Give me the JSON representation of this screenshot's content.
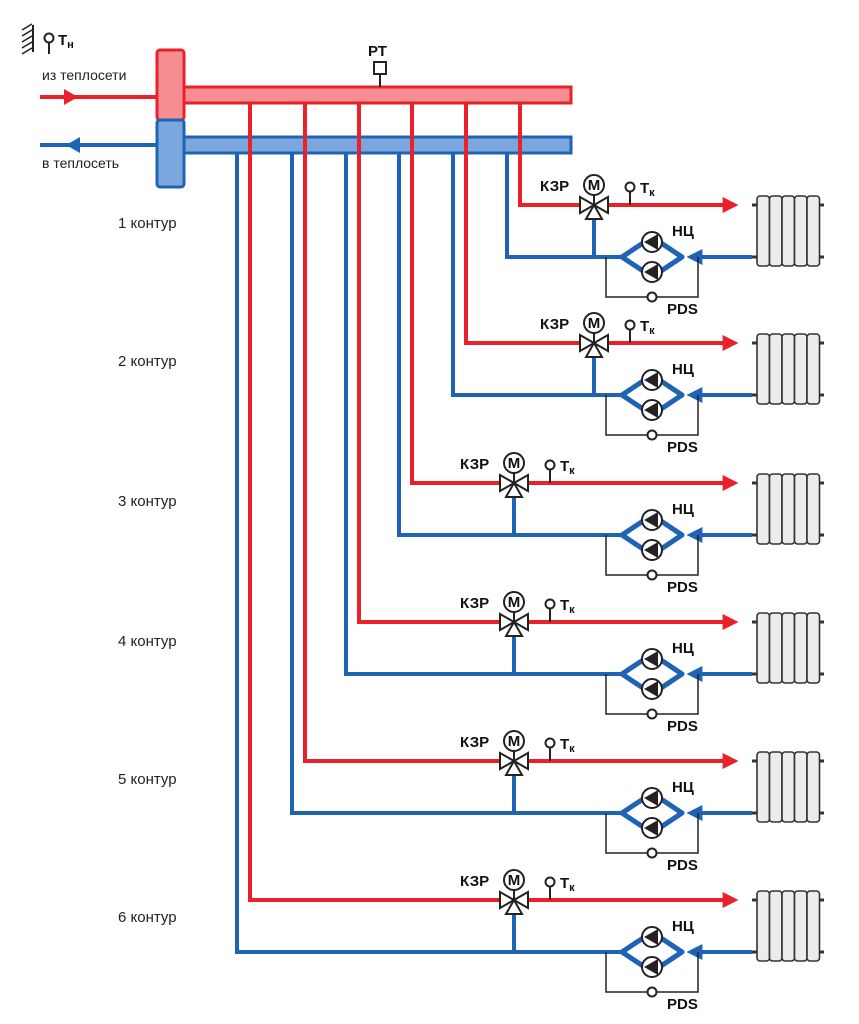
{
  "colors": {
    "supply": "#e8212b",
    "supply_fill": "#f58e93",
    "return": "#1f63b4",
    "return_fill": "#7ba7de",
    "radiator_fill": "#ececec",
    "radiator_stroke": "#333333",
    "control": "#222222"
  },
  "header": {
    "outdoor_sensor": {
      "symbol": "T",
      "sub": "н"
    },
    "from_network_label": "из теплосети",
    "to_network_label": "в теплосеть",
    "pressure_sensor_label": "РТ"
  },
  "component_labels": {
    "valve": "КЗР",
    "motor": "M",
    "pump": "НЦ",
    "pds": "PDS",
    "temp_symbol": "T",
    "temp_sub": "к"
  },
  "contours": [
    {
      "label": "1 контур"
    },
    {
      "label": "2 контур"
    },
    {
      "label": "3 контур"
    },
    {
      "label": "4 контур"
    },
    {
      "label": "5 контур"
    },
    {
      "label": "6 контур"
    }
  ]
}
